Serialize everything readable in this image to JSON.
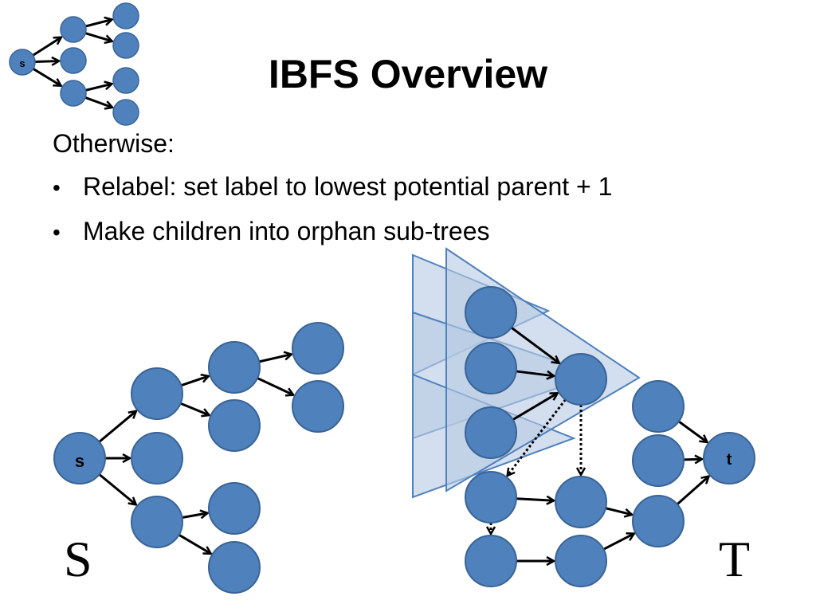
{
  "title": "IBFS Overview",
  "body": {
    "intro": "Otherwise:",
    "bullets": [
      "Relabel: set label to lowest potential parent + 1",
      "Make children into orphan sub-trees"
    ]
  },
  "diagram": {
    "source_node_label": "s",
    "thumbnail_source_label": "s",
    "sink_node_label": "t",
    "source_tree_label": "S",
    "sink_tree_label": "T",
    "node_color": "#4f81bd",
    "node_stroke": "#3a6496",
    "triangle_fill": "#b8cce4",
    "triangle_stroke": "#4f81bd"
  }
}
